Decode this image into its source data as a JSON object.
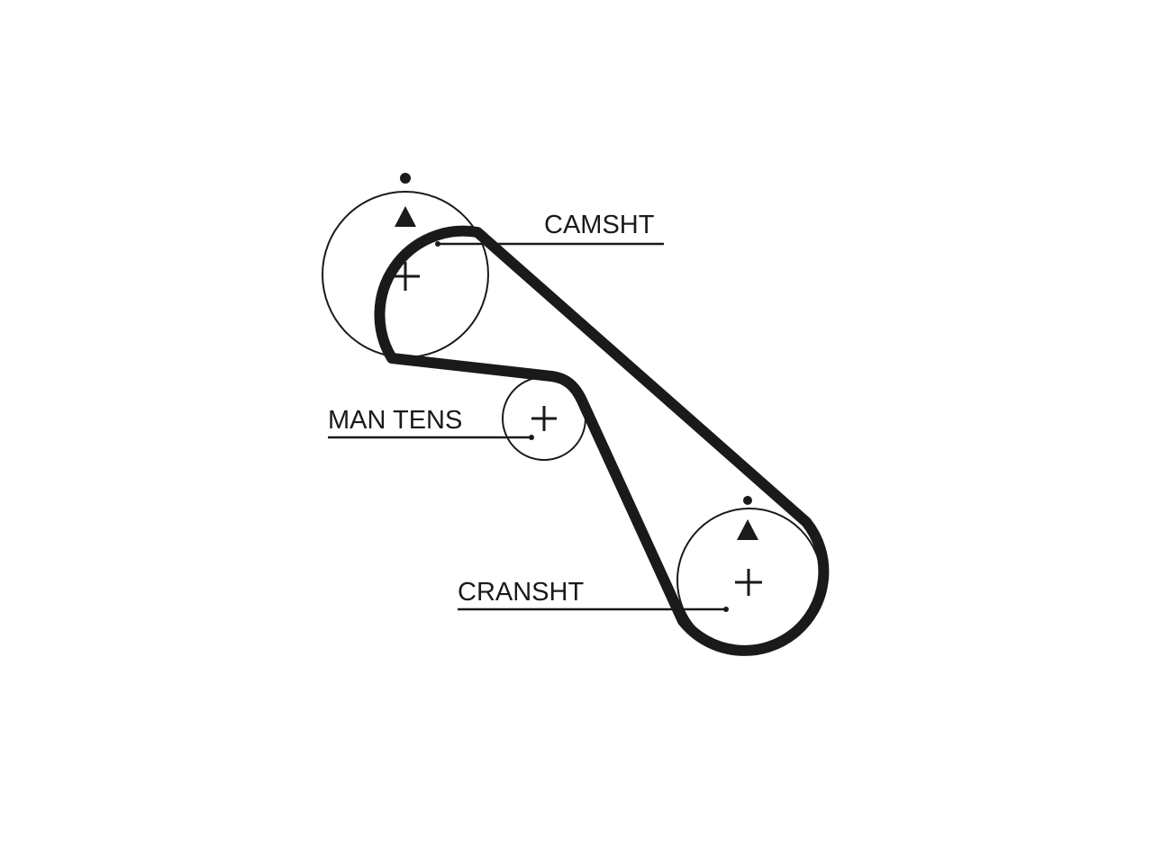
{
  "diagram": {
    "pulleys": [
      {
        "id": "camshaft",
        "label": "CAMSHT",
        "timing_mark": true
      },
      {
        "id": "manual_tensioner",
        "label": "MAN TENS",
        "timing_mark": false
      },
      {
        "id": "crankshaft",
        "label": "CRANSHT",
        "timing_mark": true
      }
    ],
    "colors": {
      "belt": "#1a1a1a",
      "outline": "#1a1a1a",
      "background": "#ffffff"
    }
  }
}
